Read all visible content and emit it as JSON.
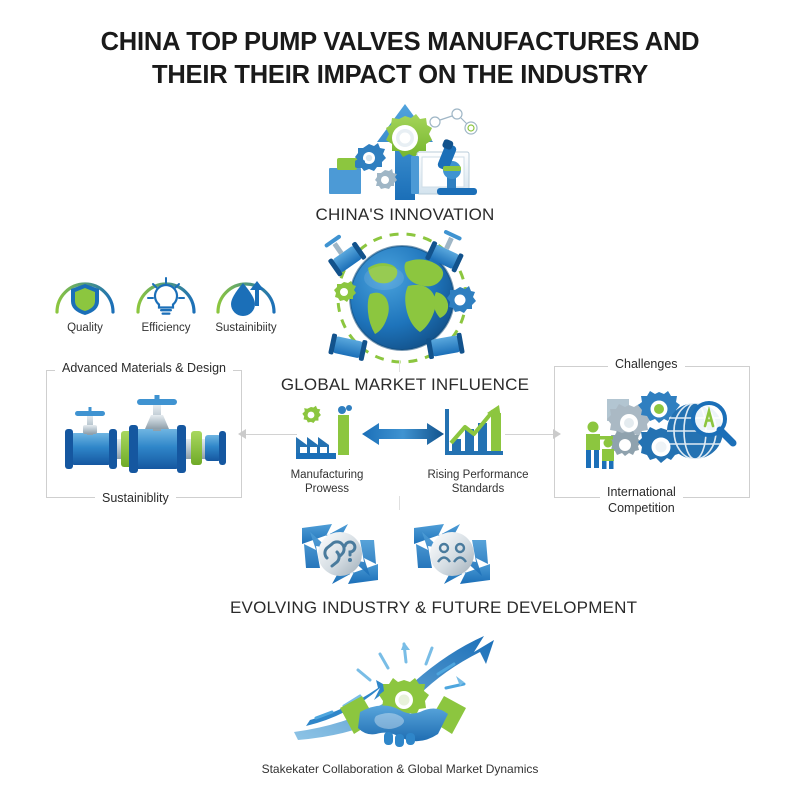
{
  "title": "CHINA TOP PUMP VALVES MANUFACTURES AND THEIR THEIR IMPACT ON THE INDUSTRY",
  "colors": {
    "brand_blue": "#1b6fb8",
    "brand_blue_light": "#3f93d1",
    "brand_blue_dark": "#12528c",
    "brand_green": "#8cc63f",
    "brand_green_dark": "#6aa82a",
    "gray_line": "#cfcfcf",
    "text": "#2b2b2b"
  },
  "sections": {
    "innovation": {
      "caption": "CHINA'S INNOVATION",
      "icon": "innovation-arrow-gears-microscope-icon"
    },
    "globe": {
      "caption": "GLOBAL MARKET INFLUENCE",
      "icon": "globe-with-valves-icon"
    },
    "evolving": {
      "caption": "EVOLVING INDUSTRY & FUTURE DEVELOPMENT",
      "icon_left": "cycle-link-question-icon",
      "icon_right": "cycle-people-icon"
    },
    "stakeholder": {
      "caption": "Stakekater Collaboration & Global Market Dynamics",
      "icon": "handshake-gear-rising-arrows-icon"
    }
  },
  "badges": [
    {
      "label": "Quality",
      "icon": "shield-icon"
    },
    {
      "label": "Efficiency",
      "icon": "lightbulb-icon"
    },
    {
      "label": "Sustainibiity",
      "icon": "water-drop-arrow-icon"
    }
  ],
  "panels": {
    "left": {
      "top_label": "Advanced Materials & Design",
      "bottom_label": "Sustainiblity",
      "icon": "pipe-valve-icon"
    },
    "right": {
      "top_label": "Challenges",
      "bottom_label_line1": "International",
      "bottom_label_line2": "Competition",
      "icon": "people-gears-globe-magnifier-icon"
    }
  },
  "center": {
    "left_item": {
      "line1": "Manufacturing",
      "line2": "Prowess",
      "icon": "factory-icon"
    },
    "right_item": {
      "line1": "Rising Performance",
      "line2": "Standards",
      "icon": "bar-chart-rising-arrow-icon"
    },
    "connector_icon": "double-headed-arrow-icon"
  }
}
